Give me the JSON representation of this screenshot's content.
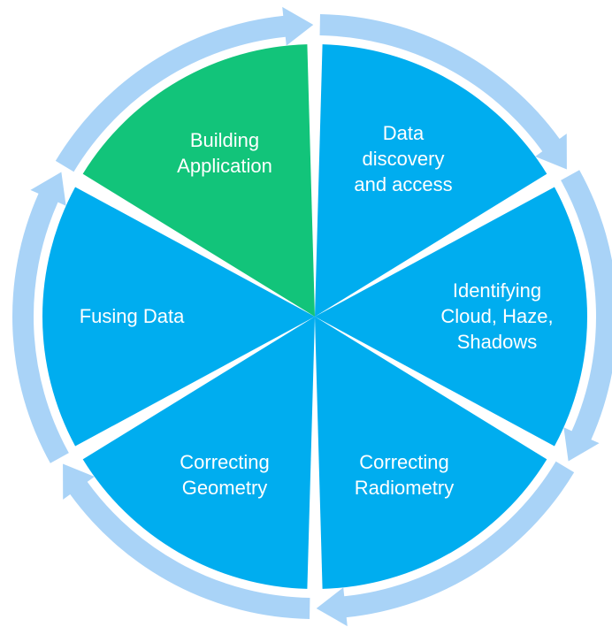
{
  "colors": {
    "segment_default": "#00adef",
    "segment_highlight": "#12c47a",
    "ring_arrow": "#a9d3f7",
    "label_text": "#ffffff"
  },
  "cycle": {
    "segments": [
      {
        "id": "data-discovery",
        "lines": [
          "Data",
          "discovery",
          "and access"
        ],
        "highlighted": false
      },
      {
        "id": "identifying-cloud",
        "lines": [
          "Identifying",
          "Cloud, Haze,",
          "Shadows"
        ],
        "highlighted": false
      },
      {
        "id": "correcting-radiometry",
        "lines": [
          "Correcting",
          "Radiometry"
        ],
        "highlighted": false
      },
      {
        "id": "correcting-geometry",
        "lines": [
          "Correcting",
          "Geometry"
        ],
        "highlighted": false
      },
      {
        "id": "fusing-data",
        "lines": [
          "Fusing Data"
        ],
        "highlighted": false
      },
      {
        "id": "building-application",
        "lines": [
          "Building",
          "Application"
        ],
        "highlighted": true
      }
    ]
  }
}
